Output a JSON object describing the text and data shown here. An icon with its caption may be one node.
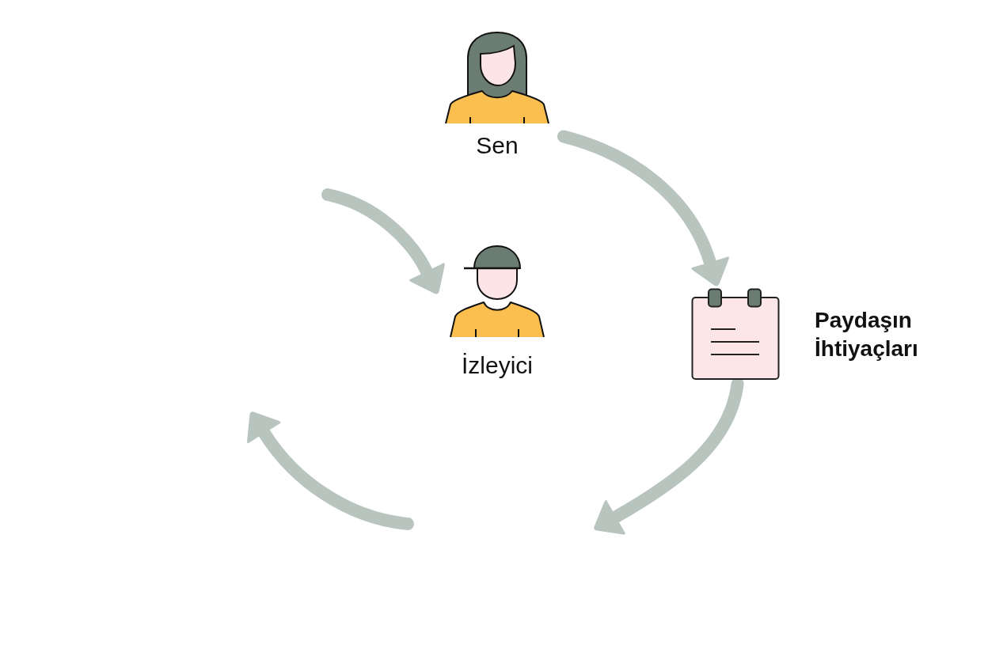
{
  "diagram": {
    "nodes": [
      {
        "text": [
          "Sen"
        ]
      },
      {
        "text": [
          "İzleyici"
        ]
      },
      {
        "text": [
          "Paydaşın İhtiyaçları"
        ]
      }
    ],
    "edges": [
      {
        "from": 0,
        "to": 2,
        "arrow": "to"
      },
      {
        "from": 2,
        "to": null,
        "arrow": "to"
      },
      {
        "from": null,
        "to": 1,
        "arrow": "to"
      }
    ]
  }
}
